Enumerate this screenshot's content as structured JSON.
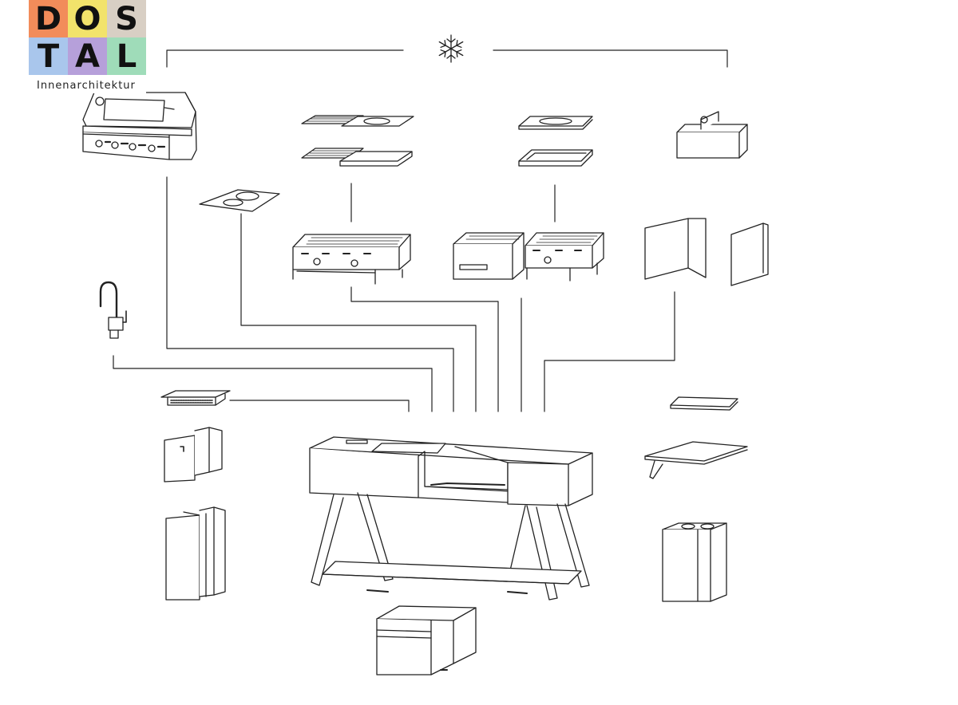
{
  "brand": {
    "letters": [
      "D",
      "O",
      "S",
      "T",
      "A",
      "L"
    ],
    "colors": [
      "#f28c5a",
      "#f2e36b",
      "#d8cfc4",
      "#a9c6ec",
      "#b6a0da",
      "#9fdcb9"
    ],
    "tagline": "Innenarchitektur"
  },
  "icons": {
    "top_center": "snowflake-icon"
  }
}
